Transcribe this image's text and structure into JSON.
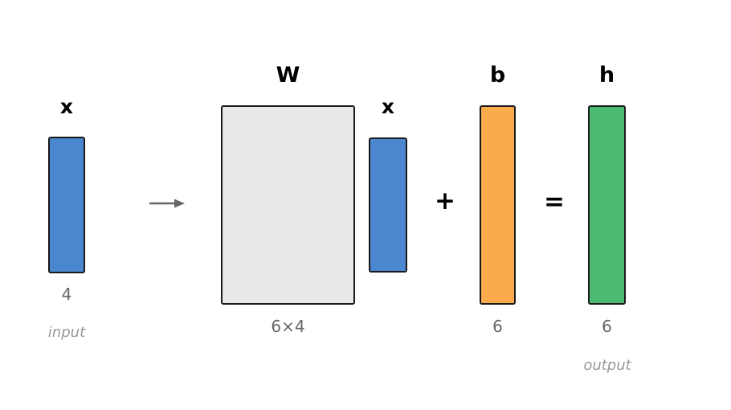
{
  "figure": {
    "input": {
      "label": "x",
      "dim": "4",
      "caption": "input"
    },
    "weights": {
      "label": "W",
      "dim": "6×4"
    },
    "multiplicand": {
      "label": "x"
    },
    "plus_sign": "+",
    "bias": {
      "label": "b",
      "dim": "6"
    },
    "equals_sign": "=",
    "output": {
      "label": "h",
      "dim": "6",
      "caption": "output"
    }
  },
  "colors": {
    "vector_blue": "#4a87cf",
    "matrix_gray": "#e8e8e8",
    "bias_orange": "#fbaa4c",
    "output_green": "#4dba72",
    "arrow_gray": "#666666"
  }
}
